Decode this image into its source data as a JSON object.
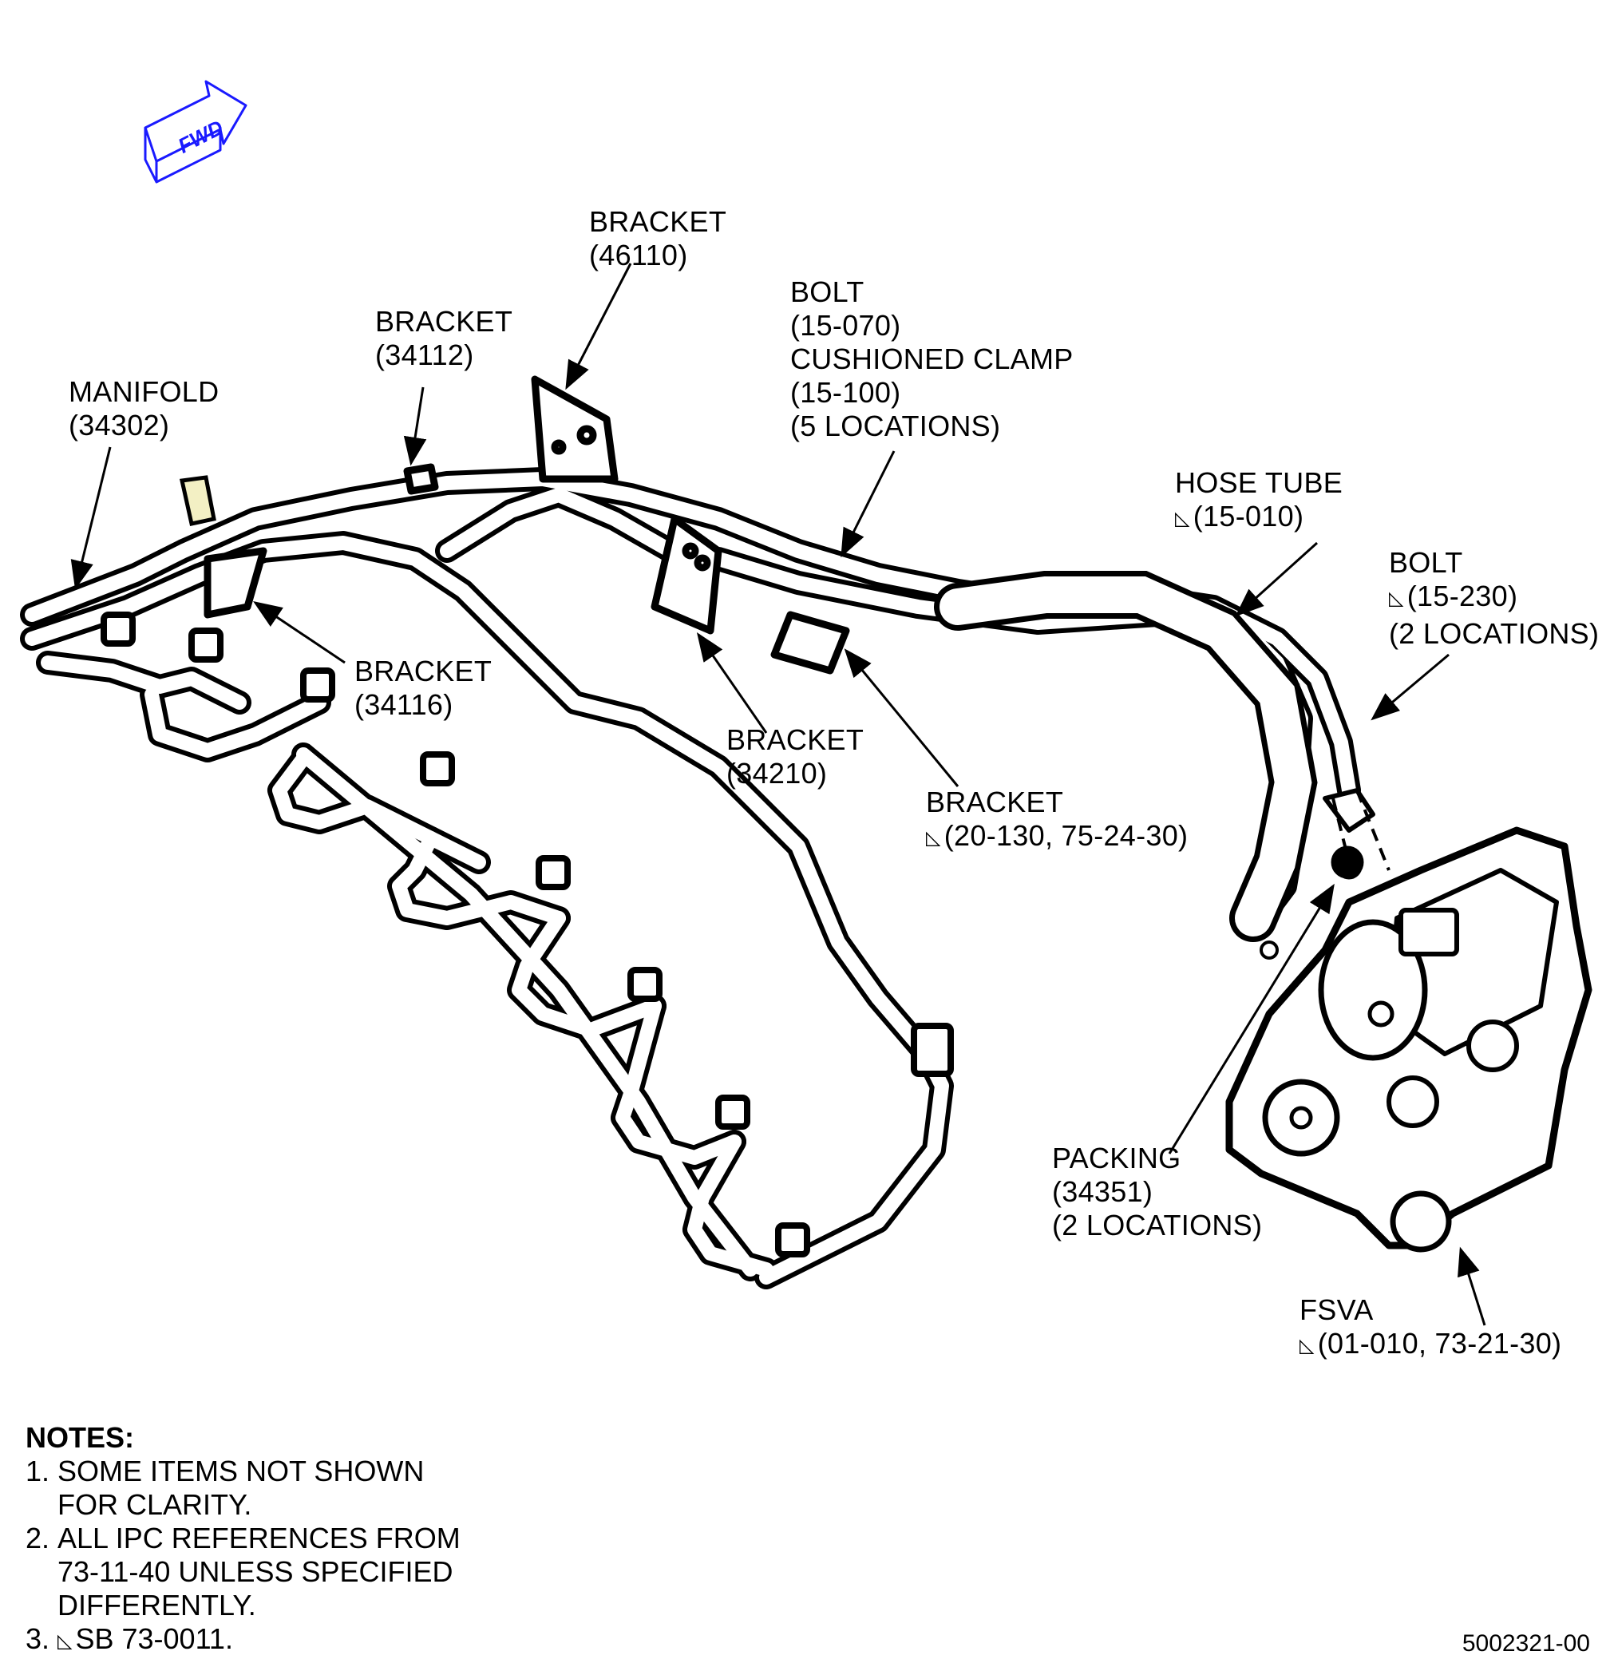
{
  "fwd_label": "FWD",
  "callouts": {
    "manifold": [
      "MANIFOLD",
      "(34302)"
    ],
    "bracket_34112": [
      "BRACKET",
      "(34112)"
    ],
    "bracket_46110": [
      "BRACKET",
      "(46110)"
    ],
    "bolt_clamp": [
      "BOLT",
      "(15-070)",
      "CUSHIONED CLAMP",
      "(15-100)",
      "(5 LOCATIONS)"
    ],
    "hose_tube": [
      "HOSE TUBE",
      "(15-010)"
    ],
    "bolt_15230": [
      "BOLT",
      "(15-230)",
      "(2 LOCATIONS)"
    ],
    "bracket_34116": [
      "BRACKET",
      "(34116)"
    ],
    "bracket_34210": [
      "BRACKET",
      "(34210)"
    ],
    "bracket_20130": [
      "BRACKET",
      "(20-130, 75-24-30)"
    ],
    "packing": [
      "PACKING",
      "(34351)",
      "(2 LOCATIONS)"
    ],
    "fsva": [
      "FSVA",
      "(01-010, 73-21-30)"
    ]
  },
  "notes": {
    "title": "NOTES:",
    "items": [
      {
        "num": "1.",
        "lines": [
          "SOME ITEMS NOT SHOWN",
          "FOR CLARITY."
        ]
      },
      {
        "num": "2.",
        "lines": [
          "ALL IPC REFERENCES FROM",
          "73-11-40 UNLESS SPECIFIED",
          "DIFFERENTLY."
        ]
      },
      {
        "num": "3.",
        "lines": [
          "SB 73-0011."
        ]
      }
    ]
  },
  "figure_number": "5002321-00",
  "colors": {
    "fwd_arrow": "#1a1aff",
    "line": "#000000",
    "highlight": "#f3f0c4"
  }
}
